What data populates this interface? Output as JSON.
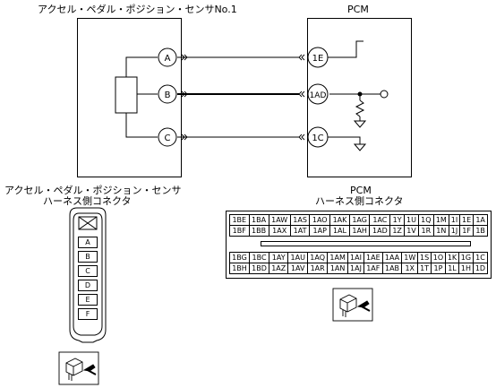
{
  "sensor": {
    "title": "アクセル・ペダル・ポジション・センサNo.1",
    "pins": [
      "A",
      "B",
      "C"
    ]
  },
  "pcm": {
    "title": "PCM",
    "pins": [
      "1E",
      "1AD",
      "1C"
    ]
  },
  "sensor_connector": {
    "title_line1": "アクセル・ペダル・ポジション・センサ",
    "title_line2": "ハーネス側コネクタ",
    "pins": [
      "A",
      "B",
      "C",
      "D",
      "E",
      "F"
    ]
  },
  "pcm_connector": {
    "title_line1": "PCM",
    "title_line2": "ハーネス側コネクタ",
    "upper_rows": [
      [
        "1BE",
        "1BA",
        "1AW",
        "1AS",
        "1AO",
        "1AK",
        "1AG",
        "1AC",
        "1Y",
        "1U",
        "1Q",
        "1M",
        "1I",
        "1E",
        "1A"
      ],
      [
        "1BF",
        "1BB",
        "1AX",
        "1AT",
        "1AP",
        "1AL",
        "1AH",
        "1AD",
        "1Z",
        "1V",
        "1R",
        "1N",
        "1J",
        "1F",
        "1B"
      ]
    ],
    "lower_rows": [
      [
        "1BG",
        "1BC",
        "1AY",
        "1AU",
        "1AQ",
        "1AM",
        "1AI",
        "1AE",
        "1AA",
        "1W",
        "1S",
        "1O",
        "1K",
        "1G",
        "1C"
      ],
      [
        "1BH",
        "1BD",
        "1AZ",
        "1AV",
        "1AR",
        "1AN",
        "1AJ",
        "1AF",
        "1AB",
        "1X",
        "1T",
        "1P",
        "1L",
        "1H",
        "1D"
      ]
    ]
  }
}
